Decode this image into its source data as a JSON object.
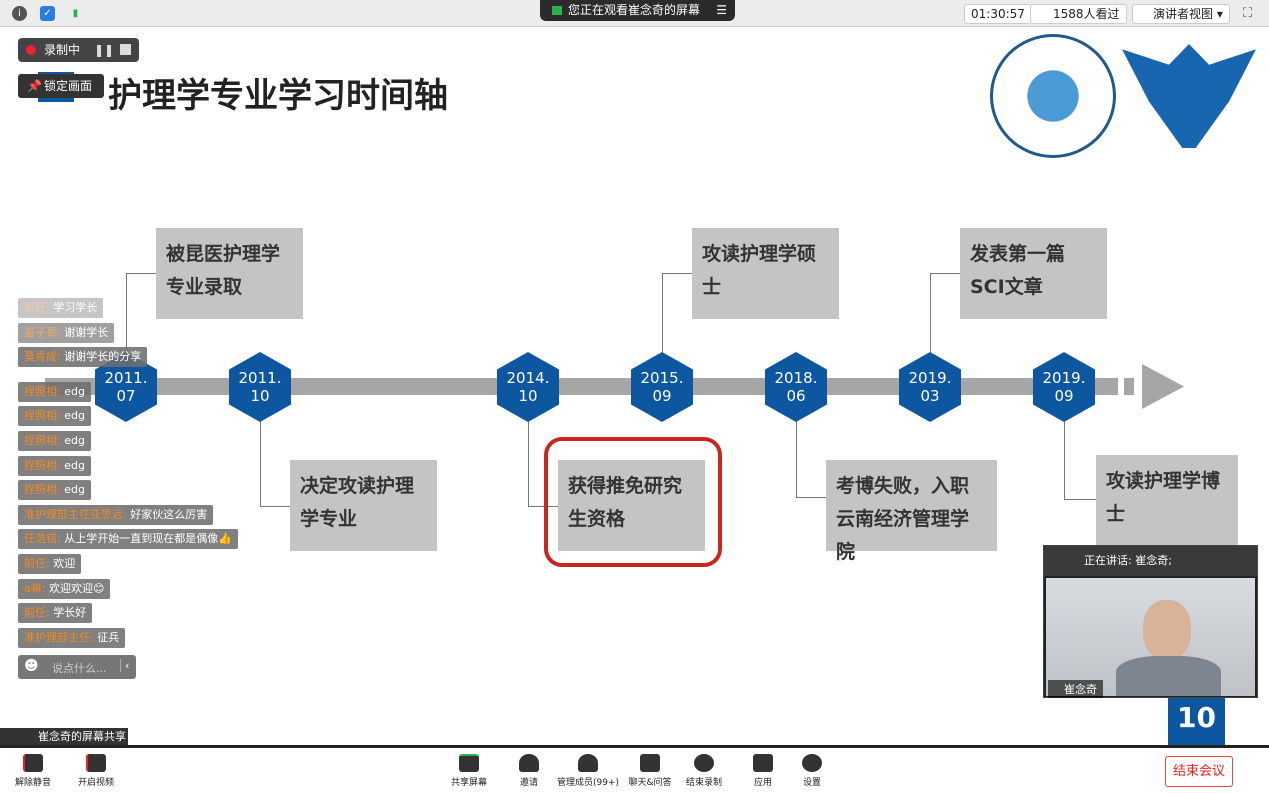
{
  "topbar": {
    "sharing_banner": "您正在观看崔念奇的屏幕",
    "timer": "01:30:57",
    "viewers": "1588人看过",
    "view_mode": "演讲者视图"
  },
  "recording": {
    "label": "录制中",
    "lock_label": "锁定画面"
  },
  "slide": {
    "title": "护理学专业学习时间轴",
    "dates": [
      "2011.\n07",
      "2011.\n10",
      "2014.\n10",
      "2015.\n09",
      "2018.\n06",
      "2019.\n03",
      "2019.\n09"
    ],
    "events": [
      "被昆医护理学专业录取",
      "决定攻读护理学专业",
      "获得推免研究生资格",
      "攻读护理学硕士",
      "考博失败，入职云南经济管理学院",
      "发表第一篇SCI文章",
      "攻读护理学博士"
    ]
  },
  "chat": {
    "messages": [
      {
        "name": "前任:",
        "text": " 学习学长"
      },
      {
        "name": "玺子哥:",
        "text": " 谢谢学长"
      },
      {
        "name": "莫青成:",
        "text": " 谢谢学长的分享"
      },
      {
        "name": "捏照相:",
        "text": " edg"
      },
      {
        "name": "捏照相:",
        "text": " edg"
      },
      {
        "name": "捏照相:",
        "text": " edg"
      },
      {
        "name": "捏照相:",
        "text": " edg"
      },
      {
        "name": "捏照相:",
        "text": " edg"
      },
      {
        "name": "准护理部主任亚思远:",
        "text": " 好家伙这么厉害"
      },
      {
        "name": "任浩铭:",
        "text": " 从上学开始一直到现在都是偶像👍"
      },
      {
        "name": "前任:",
        "text": " 欢迎"
      },
      {
        "name": "a嘛:",
        "text": " 欢迎欢迎😊"
      },
      {
        "name": "前任:",
        "text": " 学长好"
      },
      {
        "name": "准护理部主任:",
        "text": " 征兵"
      }
    ],
    "placeholder": "说点什么..."
  },
  "video": {
    "speaking": "正在讲话: 崔念奇;",
    "name": "崔念奇",
    "page_number": "10"
  },
  "share_label": "崔念奇的屏幕共享",
  "toolbar": {
    "items": [
      "解除静音",
      "开启视频",
      "共享屏幕",
      "邀请",
      "管理成员(99+)",
      "聊天&问答",
      "结束录制",
      "应用",
      "设置"
    ],
    "end": "结束会议"
  }
}
